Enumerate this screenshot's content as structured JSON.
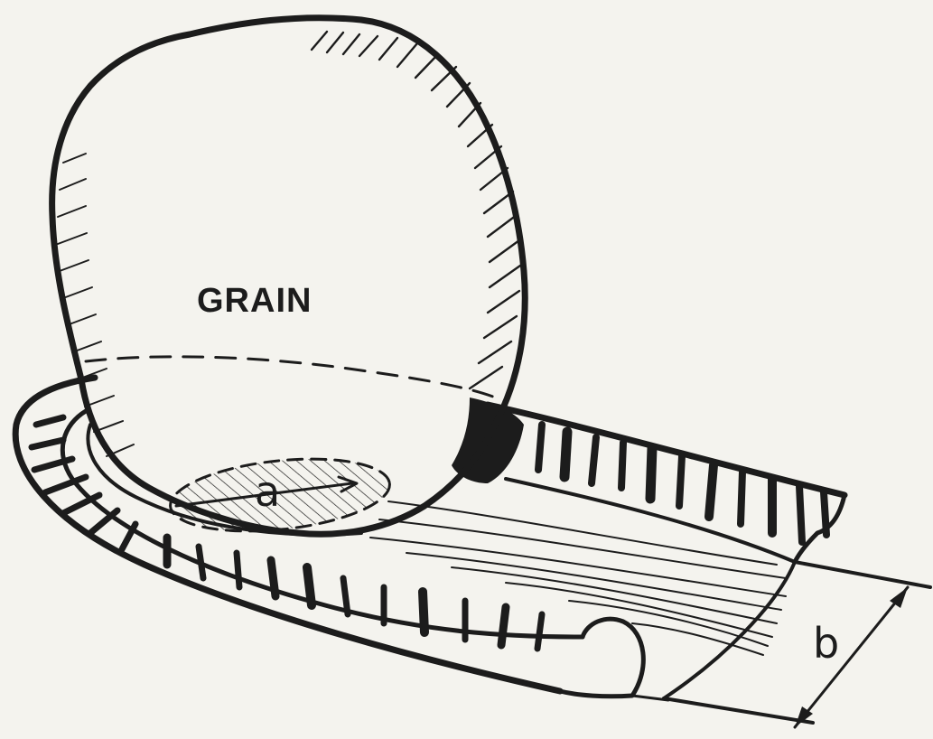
{
  "labels": {
    "grain": "GRAIN",
    "contact_diameter": "a",
    "channel_width": "b"
  },
  "colors": {
    "paper": "#f4f3ee",
    "ink": "#1c1c1c"
  }
}
